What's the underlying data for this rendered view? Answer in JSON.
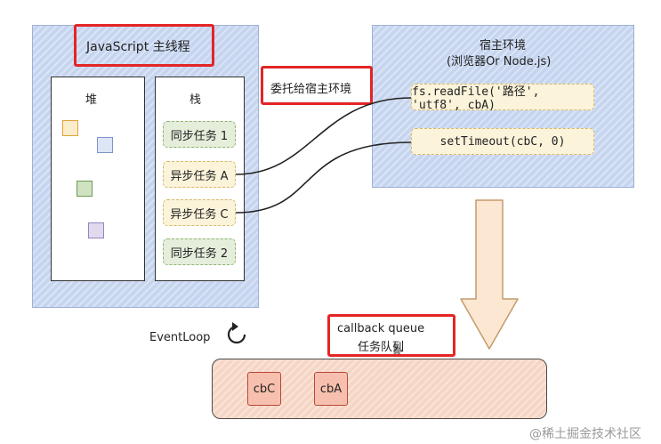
{
  "js_thread": {
    "title": "JavaScript 主线程"
  },
  "heap": {
    "label": "堆"
  },
  "stack": {
    "label": "栈",
    "items": [
      {
        "label": "同步任务 1"
      },
      {
        "label": "异步任务 A"
      },
      {
        "label": "异步任务 C"
      },
      {
        "label": "同步任务 2"
      }
    ]
  },
  "delegate": {
    "label": "委托给宿主环境"
  },
  "host": {
    "title": "宿主环境",
    "subtitle": "(浏览器Or Node.js)",
    "items": [
      {
        "label": "fs.readFile('路径', 'utf8', cbA)"
      },
      {
        "label": "setTimeout(cbC, 0)"
      }
    ]
  },
  "event_loop": {
    "label": "EventLoop"
  },
  "callback_queue": {
    "title": "callback queue",
    "subtitle": "任务队列",
    "items": [
      {
        "label": "cbC"
      },
      {
        "label": "cbA"
      }
    ]
  },
  "colors": {
    "panel_blue": "#c6d5ef",
    "queue_orange": "#f6d5c4",
    "highlight_red": "#e32526",
    "arrow_fill": "#fce8d2"
  },
  "watermark": "@稀土掘金技术社区"
}
